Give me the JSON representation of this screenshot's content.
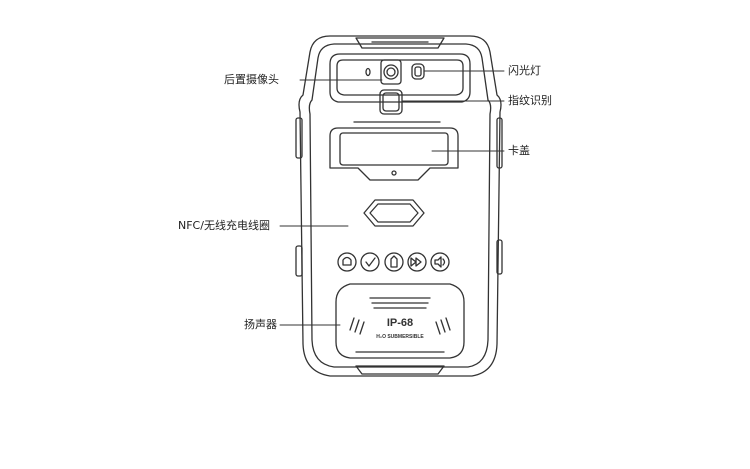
{
  "labels": {
    "rear_camera": "后置摄像头",
    "flash": "闪光灯",
    "fingerprint": "指纹识别",
    "cover": "卡盖",
    "nfc_coil": "NFC/无线充电线圈",
    "speaker": "扬声器"
  },
  "device_text": {
    "rating": "IP-68",
    "submersible": "H₂O SUBMERSIBLE"
  },
  "colors": {
    "line": "#333333",
    "background": "#ffffff"
  },
  "icons": [
    "android-icon",
    "check-icon",
    "hand-icon",
    "fast-forward-icon",
    "volume-icon"
  ]
}
